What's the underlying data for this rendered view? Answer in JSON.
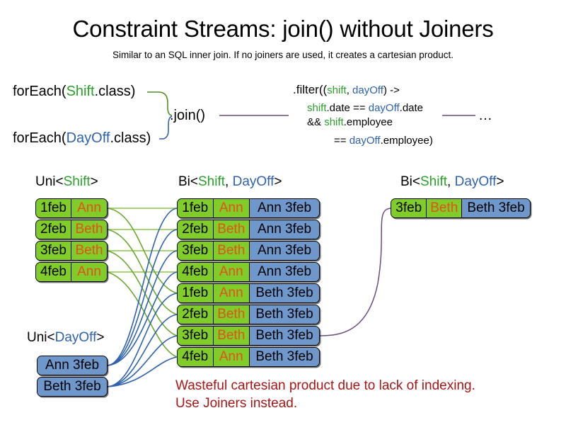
{
  "slide": {
    "title": "Constraint Streams: join() without Joiners",
    "subtitle": "Similar to an SQL inner join. If no joiners are used, it creates a cartesian product."
  },
  "code": {
    "forEach_shift": {
      "prefix": "forEach(",
      "type": "Shift",
      "suffix": ".class)"
    },
    "forEach_dayoff": {
      "prefix": "forEach(",
      "type": "DayOff",
      "suffix": ".class)"
    },
    "join_label": ".join()",
    "filter": {
      "line1_a": ".filter((",
      "line1_shift": "shift",
      "line1_comma": ", ",
      "line1_dayoff": "dayOff",
      "line1_b": ") ->",
      "line2_shift": "shift",
      "line2_a": ".date == ",
      "line2_dayoff": "dayOff",
      "line2_b": ".date",
      "line3_a": "&& ",
      "line3_shift": "shift",
      "line3_b": ".employee",
      "line4_a": "== ",
      "line4_dayoff": "dayOff",
      "line4_b": ".employee)"
    },
    "ellipsis": "…"
  },
  "headers": {
    "uni_shift": {
      "pre": "Uni<",
      "type": "Shift",
      "post": ">"
    },
    "bi_middle": {
      "pre": "Bi<",
      "type1": "Shift",
      "sep": ", ",
      "type2": "DayOff",
      "post": ">"
    },
    "bi_right": {
      "pre": "Bi<",
      "type1": "Shift",
      "sep": ", ",
      "type2": "DayOff",
      "post": ">"
    },
    "uni_dayoff": {
      "pre": "Uni<",
      "type": "DayOff",
      "post": ">"
    }
  },
  "uni_shift_rows": [
    {
      "date": "1feb",
      "employee": "Ann"
    },
    {
      "date": "2feb",
      "employee": "Beth"
    },
    {
      "date": "3feb",
      "employee": "Beth"
    },
    {
      "date": "4feb",
      "employee": "Ann"
    }
  ],
  "uni_dayoff_rows": [
    {
      "dayoff": "Ann 3feb"
    },
    {
      "dayoff": "Beth 3feb"
    }
  ],
  "bi_rows": [
    {
      "date": "1feb",
      "employee": "Ann",
      "dayoff": "Ann 3feb"
    },
    {
      "date": "2feb",
      "employee": "Beth",
      "dayoff": "Ann 3feb"
    },
    {
      "date": "3feb",
      "employee": "Beth",
      "dayoff": "Ann 3feb"
    },
    {
      "date": "4feb",
      "employee": "Ann",
      "dayoff": "Ann 3feb"
    },
    {
      "date": "1feb",
      "employee": "Ann",
      "dayoff": "Beth 3feb"
    },
    {
      "date": "2feb",
      "employee": "Beth",
      "dayoff": "Beth 3feb"
    },
    {
      "date": "3feb",
      "employee": "Beth",
      "dayoff": "Beth 3feb"
    },
    {
      "date": "4feb",
      "employee": "Ann",
      "dayoff": "Beth 3feb"
    }
  ],
  "result_rows": [
    {
      "date": "3feb",
      "employee": "Beth",
      "dayoff": "Beth 3feb"
    }
  ],
  "warning": {
    "line1": "Wasteful cartesian product due to lack of indexing.",
    "line2": "Use Joiners instead."
  },
  "colors": {
    "shift_green": "#80cc28",
    "dayoff_blue": "#6e97cc",
    "employee_orange": "#e2511c",
    "type_green": "#2ca02c",
    "type_blue": "#2f62ad",
    "warning_red": "#a61616",
    "connector_purple": "#6b4a7d"
  },
  "chart_data": {
    "type": "diagram",
    "title": "Constraint Streams: join() without Joiners",
    "left_stream": "Uni<Shift>",
    "second_stream": "Uni<DayOff>",
    "joined_stream": "Bi<Shift, DayOff>",
    "filtered_stream": "Bi<Shift, DayOff>",
    "cartesian_count": 8,
    "result_count": 1
  }
}
